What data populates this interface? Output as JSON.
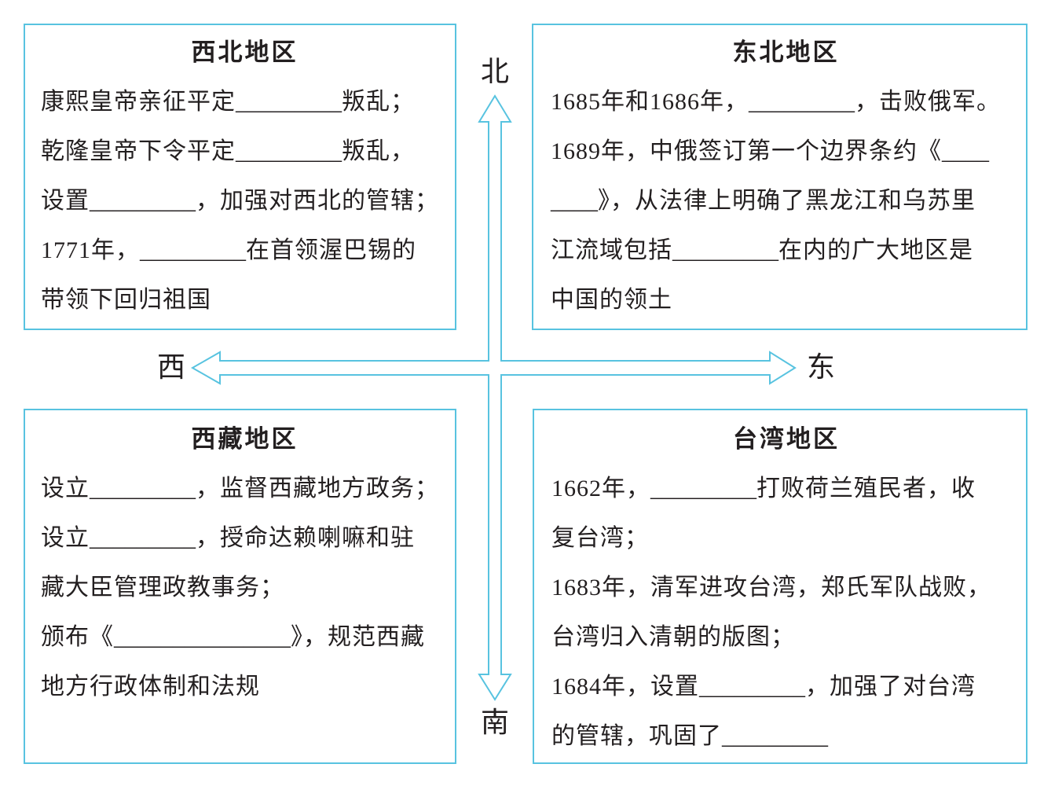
{
  "colors": {
    "border": "#58c3e0",
    "text": "#231f20"
  },
  "compass": {
    "north": "北",
    "south": "南",
    "west": "西",
    "east": "东"
  },
  "regions": {
    "northwest": {
      "title": "西北地区",
      "lines": [
        "康熙皇帝亲征平定_________叛乱；",
        "乾隆皇帝下令平定_________叛乱，",
        "设置_________，加强对西北的管辖；",
        "1771年，_________在首领渥巴锡的",
        "带领下回归祖国"
      ]
    },
    "northeast": {
      "title": "东北地区",
      "lines": [
        "1685年和1686年，_________，击败俄军。",
        "1689年，中俄签订第一个边界条约《____",
        "____》，从法律上明确了黑龙江和乌苏里",
        "江流域包括_________在内的广大地区是",
        "中国的领土"
      ]
    },
    "tibet": {
      "title": "西藏地区",
      "lines": [
        "设立_________，监督西藏地方政务；",
        "设立_________，授命达赖喇嘛和驻",
        "藏大臣管理政教事务；",
        "颁布《_______________》，规范西藏",
        "地方行政体制和法规"
      ]
    },
    "taiwan": {
      "title": "台湾地区",
      "lines": [
        "1662年，_________打败荷兰殖民者，收",
        "复台湾；",
        "1683年，清军进攻台湾，郑氏军队战败，",
        "台湾归入清朝的版图；",
        "1684年，设置_________，加强了对台湾",
        "的管辖，巩固了_________"
      ]
    }
  }
}
